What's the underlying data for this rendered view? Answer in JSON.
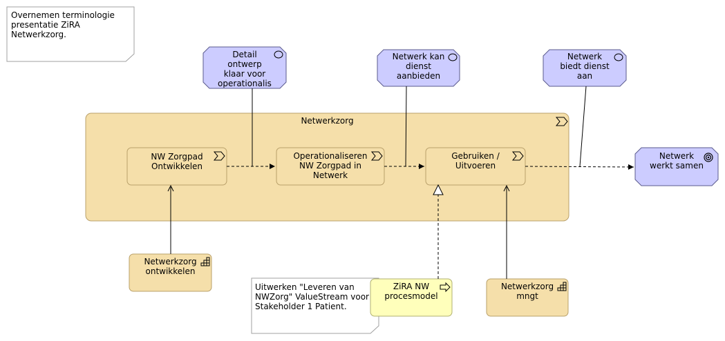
{
  "colors": {
    "value_stream_fill": "#f5dfaa",
    "value_stream_stroke": "#b9a06a",
    "event_fill": "#ccccff",
    "event_stroke": "#5a5a8c",
    "application_fill": "#ffffbb",
    "note_fill": "#ffffff",
    "note_stroke": "#a0a0a0"
  },
  "notes": {
    "top": "Overnemen terminologie\npresentatie ZiRA\nNetwerkzorg.",
    "bottom": "Uitwerken \"Leveren van\nNWZorg\" ValueStream voor\nStakeholder 1 Patient."
  },
  "container": {
    "label": "Netwerkzorg",
    "icon": "value-stream-icon"
  },
  "stages": {
    "ontwikkelen": "NW Zorgpad\nOntwikkelen",
    "operationaliseren": "Operationaliseren\nNW Zorgpad in\nNetwerk",
    "gebruiken": "Gebruiken /\nUitvoeren"
  },
  "outcomes": {
    "detail": "Detail\nontwerp\nklaar voor\noperationalis",
    "kan_dienst": "Netwerk kan\ndienst\naanbieden",
    "biedt_dienst": "Netwerk\nbiedt dienst\naan"
  },
  "goal": {
    "label": "Netwerk\nwerkt samen",
    "icon": "target-icon"
  },
  "capabilities": {
    "ontwikkelen": "Netwerkzorg\nontwikkelen",
    "mngt": "Netwerkzorg\nmngt",
    "icon": "capability-icon"
  },
  "process_model": {
    "label": "ZiRA NW\nprocesmodel",
    "icon": "process-icon"
  }
}
